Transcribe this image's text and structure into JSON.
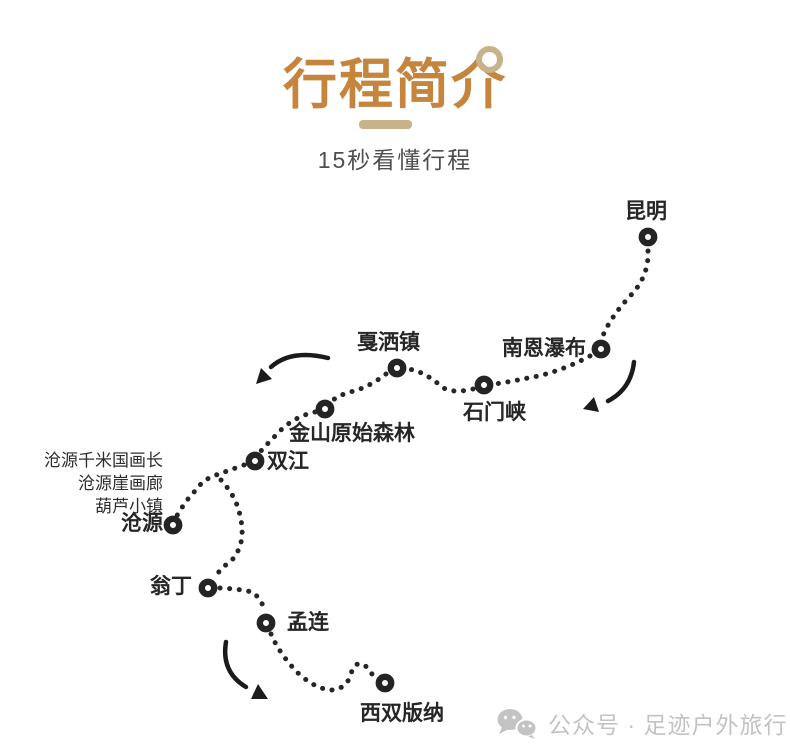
{
  "header": {
    "title": "行程简介",
    "subtitle": "15秒看懂行程"
  },
  "map": {
    "stops": [
      {
        "id": "kunming",
        "label": "昆明"
      },
      {
        "id": "nanen-waterfall",
        "label": "南恩瀑布"
      },
      {
        "id": "shimen-gorge",
        "label": "石门峡"
      },
      {
        "id": "jiasa-town",
        "label": "戛洒镇"
      },
      {
        "id": "jinshan-primeval-forest",
        "label": "金山原始森林"
      },
      {
        "id": "shuangjiang",
        "label": "双江"
      },
      {
        "id": "cangyuan",
        "label": "沧源"
      },
      {
        "id": "wengding",
        "label": "翁丁"
      },
      {
        "id": "menglian",
        "label": "孟连"
      },
      {
        "id": "xishuangbanna",
        "label": "西双版纳"
      }
    ],
    "cangyuan_highlights": [
      "沧源千米国画长",
      "沧源崖画廊",
      "葫芦小镇"
    ]
  },
  "footer": {
    "wechat_label": "公众号 · 足迹户外旅行"
  },
  "colors": {
    "title_orange": "#C6853D",
    "accent_tan": "#C8B28A",
    "route_dark": "#262626",
    "watermark_gray": "#C3C3C3"
  }
}
